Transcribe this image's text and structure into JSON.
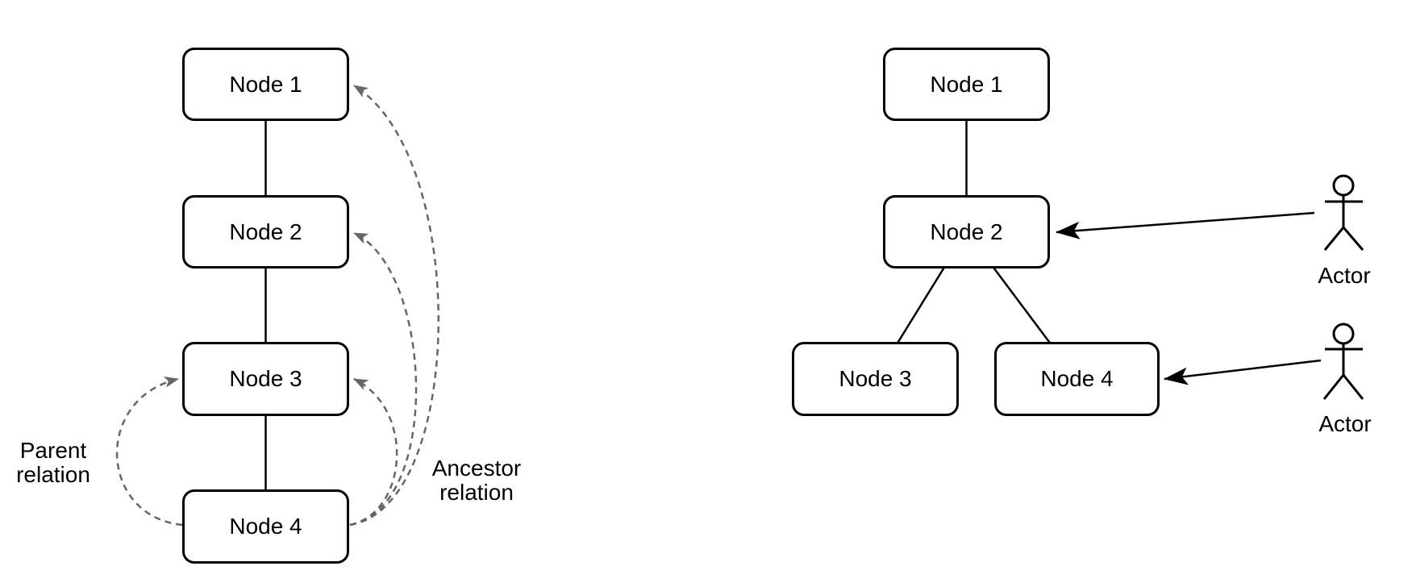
{
  "colors": {
    "node_border": "#000000",
    "node_fill": "#ffffff",
    "dashed_relation": "#666666",
    "solid_line": "#000000",
    "text": "#000000",
    "background": "#ffffff"
  },
  "left_diagram": {
    "nodes": [
      {
        "label": "Node 1"
      },
      {
        "label": "Node 2"
      },
      {
        "label": "Node 3"
      },
      {
        "label": "Node 4"
      }
    ],
    "parent_relation_label": {
      "line1": "Parent",
      "line2": "relation"
    },
    "ancestor_relation_label": {
      "line1": "Ancestor",
      "line2": "relation"
    }
  },
  "right_diagram": {
    "nodes": [
      {
        "label": "Node 1"
      },
      {
        "label": "Node 2"
      },
      {
        "label": "Node 3"
      },
      {
        "label": "Node 4"
      }
    ],
    "actors": [
      {
        "label": "Actor"
      },
      {
        "label": "Actor"
      }
    ]
  }
}
